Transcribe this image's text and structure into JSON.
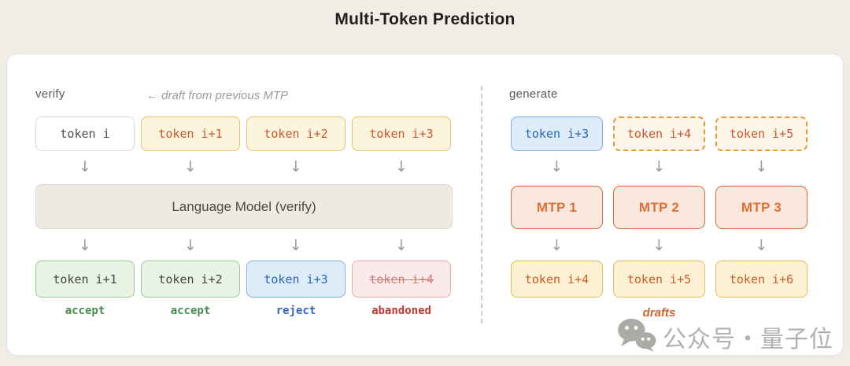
{
  "title": "Multi-Token Prediction",
  "arrow_glyph": "↓",
  "colors": {
    "background": "#F0EDE6",
    "card": "#FFFFFF",
    "draft_orange_text": "#C9572D",
    "draft_orange_border": "#ECC06E",
    "accept_green": "#4A8A4F",
    "reject_blue": "#3465C2",
    "abandoned_red": "#BE3A2F",
    "mtp_orange": "#DE6F35",
    "drafts_label_orange": "#D2622F"
  },
  "verify": {
    "section_label": "verify",
    "hint": "← draft from previous MTP",
    "input_row": [
      {
        "label": "token i",
        "style": "plain"
      },
      {
        "label": "token i+1",
        "style": "draft"
      },
      {
        "label": "token i+2",
        "style": "draft"
      },
      {
        "label": "token i+3",
        "style": "draft"
      }
    ],
    "model_label": "Language Model (verify)",
    "output_row": [
      {
        "label": "token i+1",
        "status": "accept"
      },
      {
        "label": "token i+2",
        "status": "accept"
      },
      {
        "label": "token i+3",
        "status": "reject"
      },
      {
        "label": "token i+4",
        "status": "abandoned"
      }
    ],
    "status_labels": [
      "accept",
      "accept",
      "reject",
      "abandoned"
    ]
  },
  "generate": {
    "section_label": "generate",
    "input_row": [
      {
        "label": "token i+3",
        "style": "accepted-blue"
      },
      {
        "label": "token i+4",
        "style": "draft-dashed"
      },
      {
        "label": "token i+5",
        "style": "draft-dashed"
      }
    ],
    "mtp_row": [
      {
        "label": "MTP 1"
      },
      {
        "label": "MTP 2"
      },
      {
        "label": "MTP 3"
      }
    ],
    "output_row": [
      {
        "label": "token i+4"
      },
      {
        "label": "token i+5"
      },
      {
        "label": "token i+6"
      }
    ],
    "drafts_label": "drafts"
  },
  "watermark": {
    "text": "公众号・量子位"
  }
}
